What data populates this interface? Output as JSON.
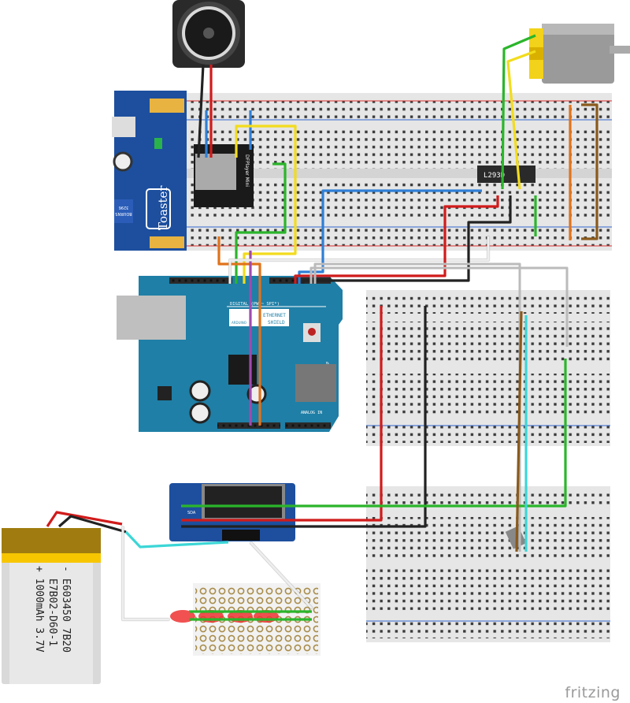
{
  "battery": {
    "minus": "-",
    "line1": "E603450 7B20",
    "line2": "E7B02-D60-1",
    "line3": "+ 1000mAh 3.7V"
  },
  "toaster_board": {
    "brand": "Toaster",
    "pot_label_1": "BOURNS",
    "pot_label_2": "3296"
  },
  "dfplayer": {
    "label": "DFPlayer Mini"
  },
  "motor_driver": {
    "label": "L293D"
  },
  "ethernet_shield": {
    "brand": "ARDUINO",
    "title_1": "ETHERNET",
    "title_2": "SHIELD",
    "digital_label": "DIGITAL (PWM~ SPI*)",
    "analog_label": "ANALOG IN",
    "icsp_label": "ICSP"
  },
  "oled": {
    "pin_label": "SDA"
  },
  "footer": {
    "logo": "fritzing"
  },
  "colors": {
    "breadboard": "#e8e8e8",
    "shield": "#1f7fa6",
    "toaster": "#1d4f9e",
    "wire_red": "#d11b1b",
    "wire_black": "#222222",
    "wire_green": "#2bb52b",
    "wire_blue": "#2f7fd6",
    "wire_yellow": "#f2dc1c",
    "wire_orange": "#e0731c",
    "wire_brown": "#8a5a1c",
    "wire_purple": "#a04ab0",
    "wire_cyan": "#3cd6d6",
    "wire_white": "#eeeeee"
  }
}
